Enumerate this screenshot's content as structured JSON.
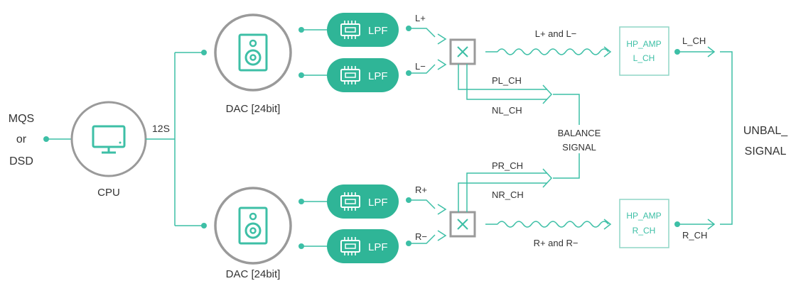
{
  "source": {
    "line1": "MQS",
    "line2": "or",
    "line3": "DSD"
  },
  "cpu": {
    "label": "CPU",
    "icon": "monitor-icon"
  },
  "bus_label": "12S",
  "dac_top": {
    "label": "DAC [24bit]",
    "icon": "speaker-icon"
  },
  "dac_bottom": {
    "label": "DAC [24bit]",
    "icon": "speaker-icon"
  },
  "lpf": {
    "label": "LPF",
    "icon": "chip-icon"
  },
  "pin_labels": {
    "l_plus": "L+",
    "l_minus": "L−",
    "r_plus": "R+",
    "r_minus": "R−"
  },
  "wave_labels": {
    "left": "L+  and  L−",
    "right": "R+  and  R−"
  },
  "channels": {
    "pl": "PL_CH",
    "nl": "NL_CH",
    "pr": "PR_CH",
    "nr": "NR_CH"
  },
  "balance": {
    "line1": "BALANCE",
    "line2": "SIGNAL"
  },
  "amp_left": {
    "line1": "HP_AMP",
    "line2": "L_CH",
    "output": "L_CH"
  },
  "amp_right": {
    "line1": "HP_AMP",
    "line2": "R_CH",
    "output": "R_CH"
  },
  "unbal": {
    "line1": "UNBAL_",
    "line2": "SIGNAL"
  },
  "colors": {
    "teal": "#3dbfa6",
    "teal_fill": "#2fb597",
    "gray": "#9a9a9a",
    "text": "#333333",
    "amp_border": "#8fd6c6"
  }
}
